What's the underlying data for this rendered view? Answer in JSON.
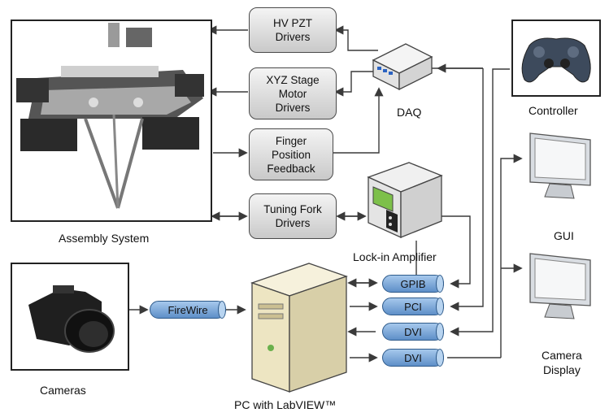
{
  "labels": {
    "assembly_system": "Assembly System",
    "hv_pzt_drivers": "HV PZT\nDrivers",
    "xyz_stage": "XYZ Stage\nMotor\nDrivers",
    "finger_position": "Finger\nPosition\nFeedback",
    "tuning_fork": "Tuning Fork\nDrivers",
    "daq": "DAQ",
    "controller": "Controller",
    "gui": "GUI",
    "lock_in": "Lock-in Amplifier",
    "camera_display": "Camera\nDisplay",
    "cameras": "Cameras",
    "pc": "PC with LabVIEW™",
    "firewire": "FireWire",
    "gpib": "GPIB",
    "pci": "PCI",
    "dvi1": "DVI",
    "dvi2": "DVI"
  },
  "colors": {
    "connector_blue": "#7aa7db",
    "line": "#3a3a3a"
  },
  "icons": {
    "assembly": "robotic-assembly-system-image",
    "camera": "camera-image",
    "pc": "pc-tower-image",
    "daq": "daq-box-image",
    "lockin": "lock-in-amplifier-image",
    "controller": "gamepad-image",
    "monitor": "monitor-image"
  }
}
